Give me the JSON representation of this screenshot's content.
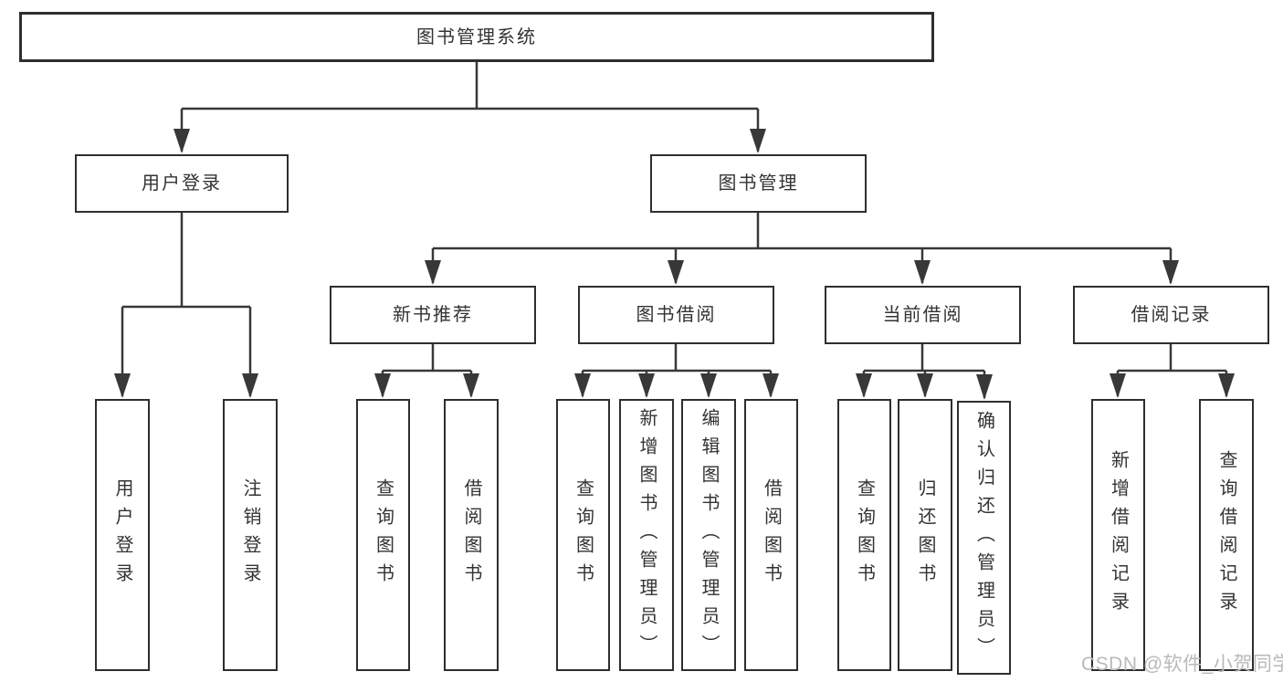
{
  "nodes": {
    "root": "图书管理系统",
    "user_login": "用户登录",
    "book_mgmt": "图书管理",
    "new_book_rec": "新书推荐",
    "book_borrow": "图书借阅",
    "current_borrow": "当前借阅",
    "borrow_record": "借阅记录",
    "ul_user_login": "用户登录",
    "ul_logout": "注销登录",
    "nb_query_book": "查询图书",
    "nb_borrow_book": "借阅图书",
    "bb_query_book": "查询图书",
    "bb_add_book": "新增图书（管理员）",
    "bb_edit_book": "编辑图书（管理员）",
    "bb_borrow_book": "借阅图书",
    "cb_query_book": "查询图书",
    "cb_return_book": "归还图书",
    "cb_confirm_return": "确认归还（管理员）",
    "br_add_record": "新增借阅记录",
    "br_query_record": "查询借阅记录"
  },
  "watermark": "CSDN @软件_小贺同学",
  "colors": {
    "line": "#383838",
    "border": "#2e2e2e",
    "text": "#333333",
    "watermark": "#b9b9b9",
    "background": "#ffffff"
  }
}
